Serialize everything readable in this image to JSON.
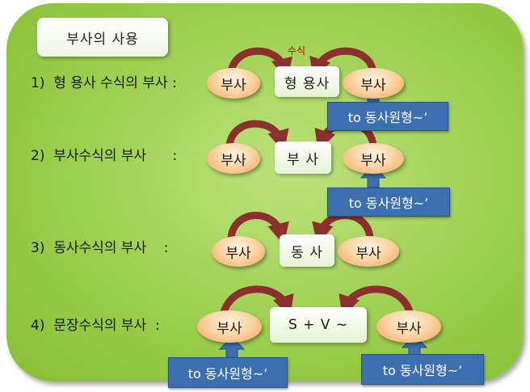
{
  "title": "부사의 사용",
  "modifier_label": "수식",
  "adverb": "부사",
  "to_infinitive": "to 동사원형~’",
  "rows": [
    {
      "label": "1)  형 용사 수식의 부사 :",
      "center": "형 용사"
    },
    {
      "label": "2)  부사수식의 부사      :",
      "center": "부 사"
    },
    {
      "label": "3)  동사수식의 부사    :",
      "center": "동 사"
    },
    {
      "label": "4)  문장수식의 부사  :",
      "center": "S + V ~"
    }
  ],
  "colors": {
    "background": "#9ccf4e",
    "adverb_ellipse": "#f9c48a",
    "arrow": "#8b2f2f",
    "to_box": "#3c6fb0",
    "up_arrow": "#3c6fb0",
    "modifier_text": "#c00000"
  }
}
